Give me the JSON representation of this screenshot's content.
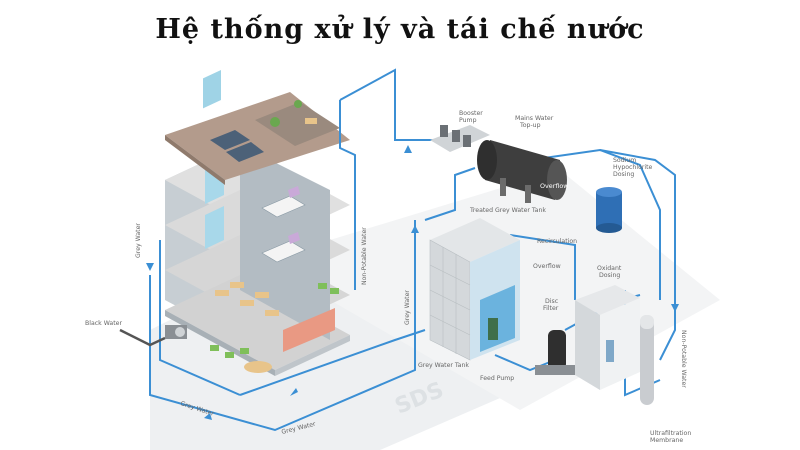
{
  "title": "Hệ thống xử lý và tái chế nước",
  "labels": {
    "booster_pump": "Booster\nPump",
    "mains_water": "Mains Water\nTop-up",
    "overflow_tank": "Overflow",
    "sodium_hypochlorite": "Sodium\nHypochlorite\nDosing",
    "treated_grey_water_tank": "Treated Grey Water Tank",
    "recirculation": "Recirculation",
    "overflow_filter": "Overflow",
    "oxidant_dosing": "Oxidant\nDosing",
    "disc_filter": "Disc\nFilter",
    "grey_water_tank": "Grey Water Tank",
    "feed_pump": "Feed Pump",
    "ultrafiltration": "Ultrafiltration\nMembrane",
    "black_water": "Black Water",
    "grey_water_left": "Grey Water",
    "grey_water_vertical": "Grey Water",
    "grey_water_bottom1": "Grey Water",
    "grey_water_bottom2": "Grey Water",
    "non_potable_building": "Non-Potable Water",
    "non_potable_right": "Non-Potable Water",
    "watermark": "SDS"
  },
  "colors": {
    "pipe": "#3b8fd4",
    "black_pipe": "#555555",
    "floor": "#d9d9d9",
    "roof": "#b39b8c",
    "wall": "#b8c2c9",
    "tank": "#3e3e3e",
    "dosing_tank": "#2f6fb5"
  }
}
